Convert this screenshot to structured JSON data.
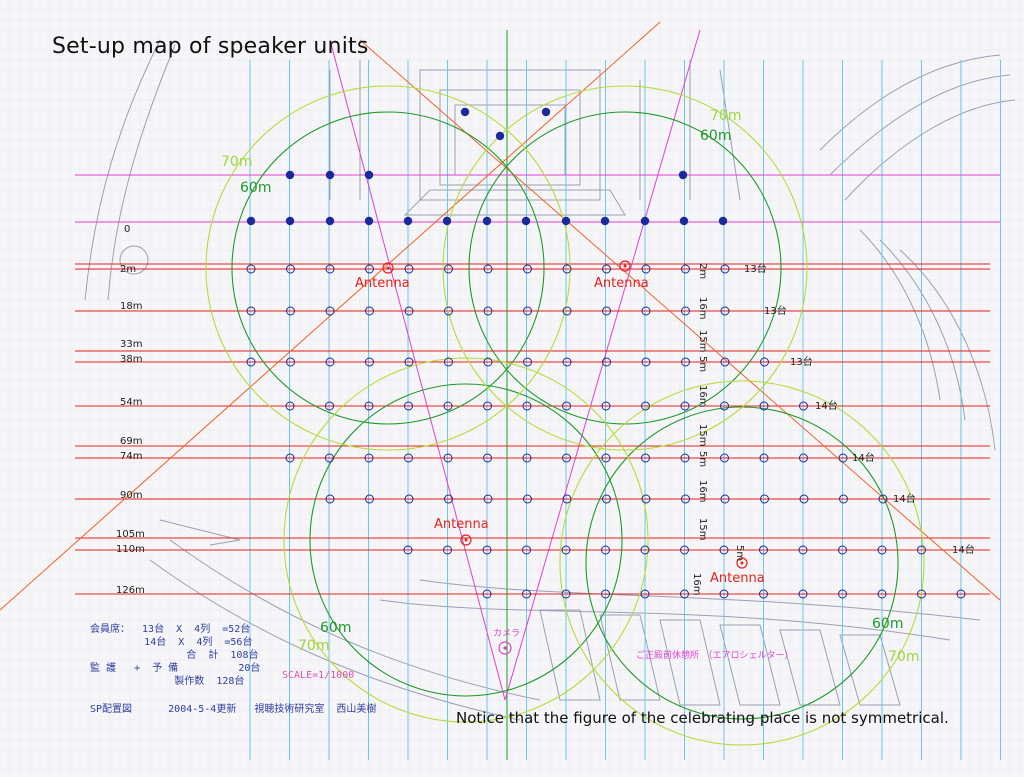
{
  "title": "Set-up map of speaker units",
  "note": "Notice that the figure of the celebrating place is not symmetrical.",
  "antenna_label": "Antenna",
  "camera_label": "カメラ",
  "rest_house_label": "ご正殿前休憩所　（エアロシェルター）",
  "scale_label": "SCALE=1/1000",
  "row_labels": [
    "0",
    "2m",
    "18m",
    "33m",
    "38m",
    "54m",
    "69m",
    "74m",
    "90m",
    "105m",
    "110m",
    "126m"
  ],
  "vertical_distance_labels": [
    "2m",
    "16m",
    "15m",
    "5m",
    "16m",
    "15m",
    "5m",
    "16m",
    "15m",
    "5m",
    "16m"
  ],
  "row_counts": [
    "13台",
    "13台",
    "13台",
    "14台",
    "14台",
    "14台",
    "14台"
  ],
  "radius_labels": [
    "70m",
    "60m"
  ],
  "legend": {
    "line1": "会員席：  13台  X  4列  =52台",
    "line2": "         14台  X  4列  =56台",
    "line3": "                合  計  108台",
    "line4": "監 護   +  予 備          20台",
    "line5": "              製作数  128台",
    "line6": "SP配置図      2004-5-4更新   視聴技術研究室  西山美樹"
  },
  "colors": {
    "grid_blue": "#6ec6ea",
    "red_line": "#e8201a",
    "magenta": "#e040d0",
    "green_circle": "#1f9a2a",
    "lime_circle": "#b6dc3a",
    "speaker_blue": "#1a2a9a",
    "label_green": "#1f9a2a",
    "lime_text": "#9ed63a"
  }
}
